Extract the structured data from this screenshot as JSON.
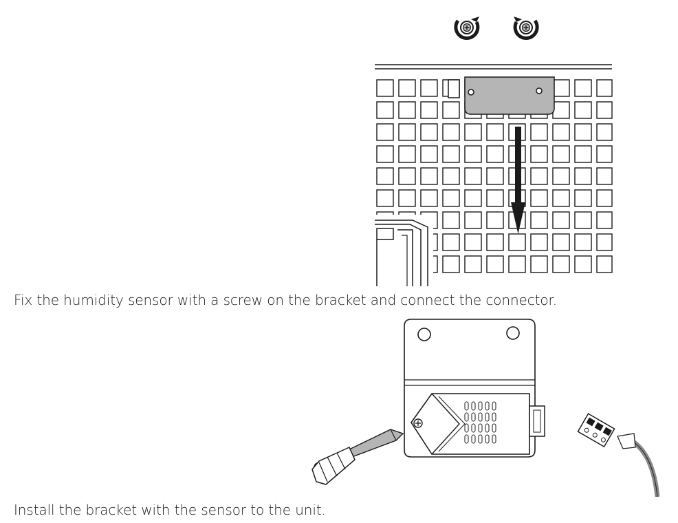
{
  "steps": [
    {
      "caption": "Fix the humidity sensor with a screw on the bracket and connect the connector."
    },
    {
      "caption": "Install the bracket with the sensor to the unit."
    }
  ],
  "icons": {
    "unit_figure": [
      "screw-rotate-icon",
      "screw-rotate-icon",
      "grille-panel",
      "bracket",
      "down-arrow-icon"
    ],
    "sensor_figure": [
      "bracket",
      "humidity-sensor",
      "screwdriver-icon",
      "connector-cable"
    ]
  },
  "colors": {
    "line": "#1a1a1a",
    "bracket_fill": "#b5b5b5",
    "cable": "#8a8a8a",
    "background": "#ffffff"
  }
}
